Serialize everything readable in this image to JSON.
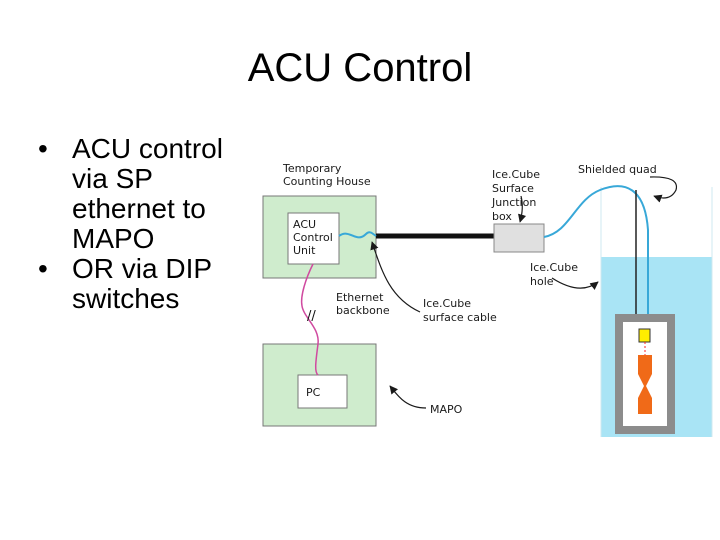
{
  "slide": {
    "title": "ACU Control",
    "bullets": [
      {
        "marker": "•",
        "lines": [
          "ACU control",
          "via SP",
          "ethernet to",
          "MAPO"
        ]
      },
      {
        "marker": "•",
        "lines": [
          "OR via DIP",
          "switches"
        ]
      }
    ]
  },
  "diagram": {
    "labels": {
      "counting_house": [
        "Temporary",
        "Counting House"
      ],
      "acu": [
        "ACU",
        "Control",
        "Unit"
      ],
      "junction_box": [
        "Ice.Cube",
        "Surface",
        "Junction",
        "box"
      ],
      "shielded_quad": "Shielded quad",
      "icecube_hole": [
        "Ice.Cube",
        "hole"
      ],
      "ethernet_backbone": [
        "Ethernet",
        "backbone"
      ],
      "surface_cable": [
        "Ice.Cube",
        "surface cable"
      ],
      "pc": "PC",
      "mapo": "MAPO",
      "break_mark": "//"
    },
    "colors": {
      "house_fill": "#cfeccd",
      "box_fill": "#ffffff",
      "junction_fill": "#e0e0e0",
      "cable_blue": "#38a8d8",
      "ethernet_magenta": "#d04aa0",
      "water": "#a9e4f5",
      "module_yellow": "#ffee00",
      "sensor_orange": "#f06a18",
      "frame_gray": "#8c8c8c"
    }
  }
}
